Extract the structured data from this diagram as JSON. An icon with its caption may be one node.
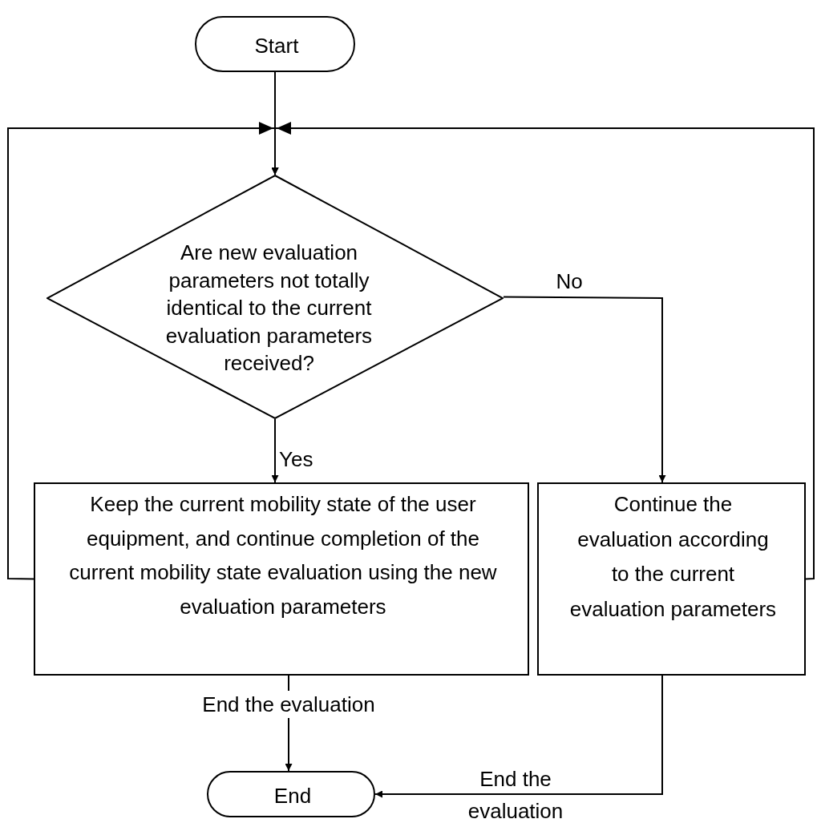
{
  "diagram": {
    "nodes": [
      {
        "text": [
          "Start"
        ]
      },
      {
        "text": [
          "Are new evaluation parameters not totally identical to the current evaluation parameters received?"
        ]
      },
      {
        "text": [
          "Keep the current mobility state of the user equipment, and continue completion of the current mobility state evaluation using the new evaluation parameters"
        ]
      },
      {
        "text": [
          "Continue the evaluation according to the current evaluation parameters"
        ]
      },
      {
        "text": [
          "End"
        ]
      }
    ],
    "edges": [
      {
        "from": 0,
        "to": 1,
        "arrow": "to"
      },
      {
        "from": 1,
        "to": 2,
        "arrow": "to",
        "label": "Yes"
      },
      {
        "from": 1,
        "to": 3,
        "arrow": "to",
        "label": "No"
      },
      {
        "from": 2,
        "to": 1,
        "arrow": "to"
      },
      {
        "from": 3,
        "to": 1,
        "arrow": "to"
      },
      {
        "from": 2,
        "to": 4,
        "arrow": "to",
        "label": "End the evaluation"
      },
      {
        "from": 3,
        "to": 4,
        "arrow": "to",
        "label": "End the evaluation"
      }
    ]
  }
}
